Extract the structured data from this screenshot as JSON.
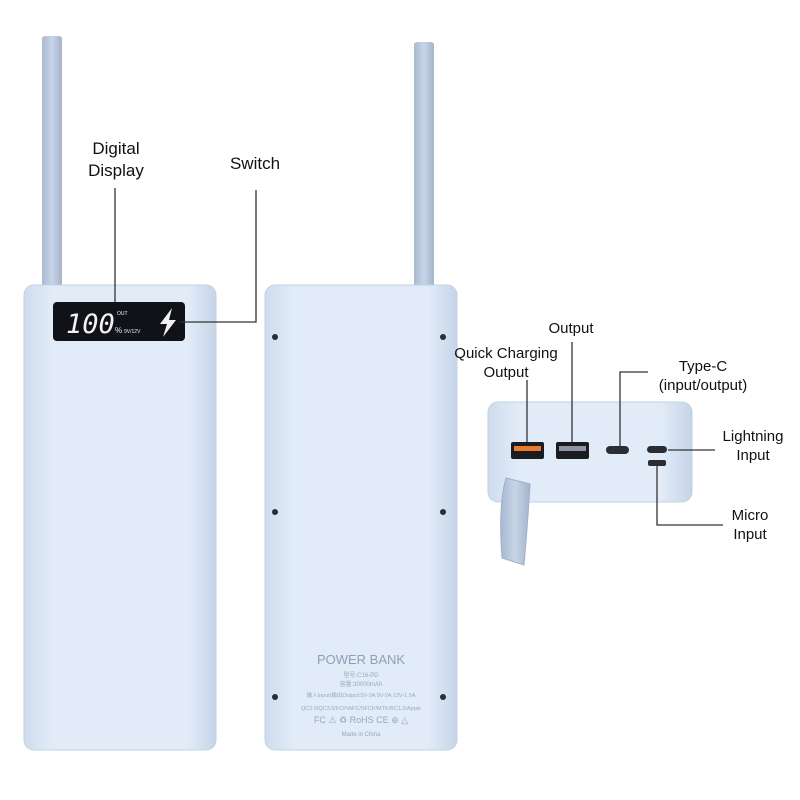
{
  "labels": {
    "digital_display": [
      "Digital",
      "Display"
    ],
    "switch": "Switch",
    "output": "Output",
    "quick_charging_output": [
      "Quick Charging",
      "Output"
    ],
    "type_c": [
      "Type-C",
      "(input/output)"
    ],
    "lightning_input": [
      "Lightning",
      "Input"
    ],
    "micro_input": [
      "Micro",
      "Input"
    ]
  },
  "display": {
    "percent": "100",
    "percent_sign": "%",
    "out_label": "OUT",
    "voltage_label": "9V/12V"
  },
  "back_panel": {
    "title": "POWER BANK",
    "model": "型号:C16-PD",
    "capacity": "容量:30000mAh",
    "spec": "输入Input/输出Output:5V-3A 9V-2A 12V-1.5A",
    "protocols": "QC2.0/QC3.0/FCP/AFC/SFCP/MTK/BC1.2/Apple",
    "certifications": "FC ⚠ ♻ RoHS CE ⊕ △",
    "origin": "Made in China"
  },
  "colors": {
    "body": "#dbe7f6",
    "body_edge": "#c9d8ec",
    "screen": "#101217",
    "strap": "#b7c6dc",
    "port_black": "#1a1c22",
    "port_orange": "#e87a2e",
    "leader_line": "#333333"
  }
}
